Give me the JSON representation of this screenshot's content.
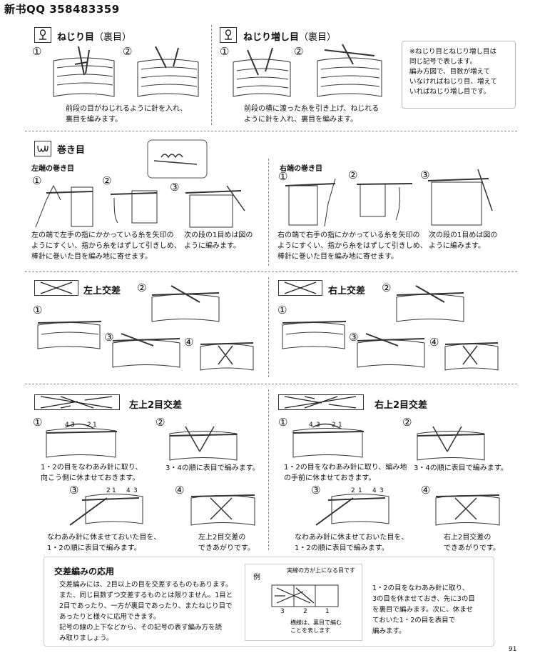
{
  "header": "新书QQ 358483359",
  "page_number": "91",
  "sections": {
    "nejiri": {
      "title": "ねじり目",
      "title_paren": "（裏目）",
      "step1": "①",
      "step2": "②",
      "caption": "前段の目がねじれるように針を入れ、\n裏目を編みます。"
    },
    "nejiri_mashi": {
      "title": "ねじり増し目",
      "title_paren": "（裏目）",
      "step1": "①",
      "step2": "②",
      "caption": "前段の横に渡った糸を引き上げ、ねじれる\nように針を入れ、裏目を編みます。"
    },
    "note": "※ねじり目とねじり増し目は\n同じ記号で表します。\n編み方図で、目数が増えて\nいなければねじり目、増えて\nいればねじり増し目です。",
    "makime": {
      "title": "巻き目",
      "left_sub": "左端の巻き目",
      "left_caption1": "左の端で左手の指にかかっている糸を矢印の\nようにすくい、指から糸をはずして引きしめ、\n棒針に巻いた目を編み地に寄せます。",
      "left_caption2": "次の段の1目めは図の\nように編みます。",
      "right_sub": "右端の巻き目",
      "right_caption1": "右の端で右手の指にかかっている糸を矢印の\nようにすくい、指から糸をはずして引きしめ、\n棒針に巻いた目を編み地に寄せます。",
      "right_caption2": "次の段の1目めは図の\nように編みます。",
      "step1": "①",
      "step2": "②",
      "step3": "③"
    },
    "hidariue_kousa": {
      "title": "左上交差",
      "step1": "①",
      "step2": "②",
      "step3": "③",
      "step4": "④"
    },
    "migiue_kousa": {
      "title": "右上交差",
      "step1": "①",
      "step2": "②",
      "step3": "③",
      "step4": "④"
    },
    "hidariue_2me": {
      "title": "左上2目交差",
      "step1": "①",
      "step2": "②",
      "step3": "③",
      "step4": "④",
      "cap1": "1・2の目をなわあみ針に取り、\n向こう側に休ませておきます。",
      "cap2": "3・4の順に表目で編みます。",
      "cap3": "なわあみ針に休ませておいた目を、\n1・2の順に表目で編みます。",
      "cap4": "左上2目交差の\nできあがりです。",
      "labels1": [
        "4",
        "3",
        "2",
        "1"
      ],
      "labels3": [
        "2",
        "1",
        "4",
        "3"
      ]
    },
    "migiue_2me": {
      "title": "右上2目交差",
      "step1": "①",
      "step2": "②",
      "step3": "③",
      "step4": "④",
      "cap1": "1・2の目をなわあみ針に取り、編み地\nの手前に休ませておきます。",
      "cap2": "3・4の順に表目で編みます。",
      "cap3": "なわあみ針に休ませておいた目を、\n1・2の順に表目で編みます。",
      "cap4": "右上2目交差の\nできあがりです。",
      "labels1": [
        "4",
        "3",
        "2",
        "1"
      ],
      "labels3": [
        "2",
        "1",
        "4",
        "3"
      ]
    },
    "application": {
      "title": "交差編みの応用",
      "text": "交差編みには、2目以上の目を交差するものもあります。\nまた、同じ目数ずつ交差するものとは限りません。1目と\n2目であったり、一方が裏目であったり、またねじり目で\nあったりと様々に応用できます。\n記号の線の上下などから、その記号の表す編み方を読\nみ取りましょう。",
      "example_label": "例",
      "example_top": "実線の方が上になる目です",
      "example_nums": [
        "3",
        "2",
        "1"
      ],
      "example_bottom": "横線は、裏目で編む\nことを表します",
      "example_right": "1・2の目をなわあみ針に取り、\n3の目を休ませておき、先に3の目\nを裏目で編みます。次に、休ませ\nておいた1・2の目を表目で\n編みます。"
    }
  }
}
